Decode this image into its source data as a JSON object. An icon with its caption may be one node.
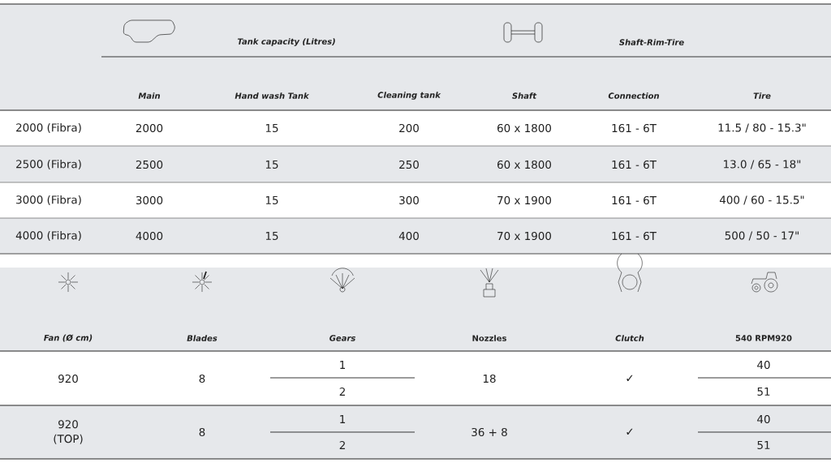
{
  "diagram": {
    "labels": [
      "Tank capacity (Litres)",
      "Shaft-Rim-Tire",
      "Main",
      "Hand wash Tank",
      "Cleaning tank",
      "Shaft",
      "Connection",
      "Tire",
      "2000 (Fibra)",
      "2000",
      "15",
      "200",
      "60 x 1800",
      "161 - 6T",
      "11.5 / 80 - 15.3\"",
      "2500 (Fibra)",
      "2500",
      "15",
      "250",
      "60 x 1800",
      "161 - 6T",
      "13.0 / 65 - 18\"",
      "3000 (Fibra)",
      "3000",
      "15",
      "300",
      "70 x 1900",
      "161 - 6T",
      "400 / 60 - 15.5\"",
      "4000 (Fibra)",
      "4000",
      "15",
      "400",
      "70 x 1900",
      "161 - 6T",
      "500 / 50 - 17\"",
      "Fan (Ø cm)",
      "Blades",
      "Gears",
      "Nozzles",
      "Clutch",
      "540 RPM920",
      "920",
      "8",
      "1",
      "2",
      "18",
      "✓",
      "40",
      "51",
      "920 (TOP)",
      "8",
      "1",
      "2",
      "36 + 8",
      "✓",
      "40",
      "51"
    ]
  }
}
